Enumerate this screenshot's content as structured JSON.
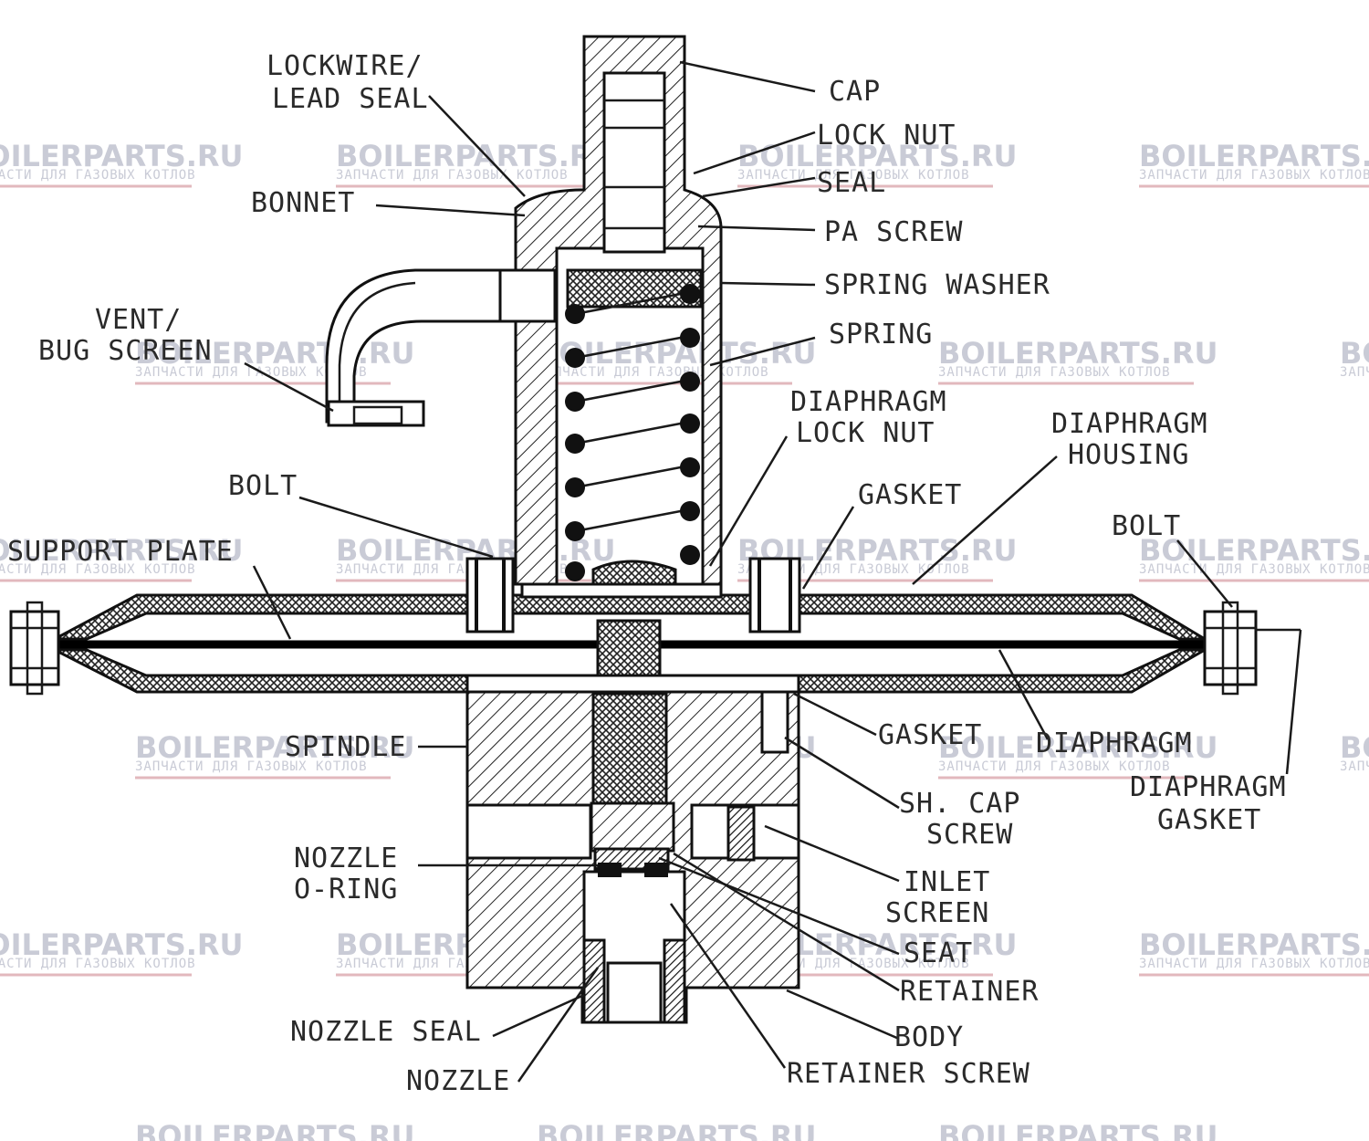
{
  "labels": {
    "lockwire": [
      "LOCKWIRE/",
      "LEAD SEAL"
    ],
    "cap": "CAP",
    "lock_nut": "LOCK NUT",
    "seal_top": "SEAL",
    "bonnet": "BONNET",
    "pa_screw": "PA SCREW",
    "spring_washer": "SPRING WASHER",
    "vent": [
      "VENT/",
      "BUG SCREEN"
    ],
    "spring": "SPRING",
    "diaphragm_lock_nut": [
      "DIAPHRAGM",
      "LOCK NUT"
    ],
    "diaphragm_housing": [
      "DIAPHRAGM",
      "HOUSING"
    ],
    "bolt_left": "BOLT",
    "gasket_top": "GASKET",
    "bolt_right": "BOLT",
    "support_plate": "SUPPORT PLATE",
    "spindle": "SPINDLE",
    "gasket_mid": "GASKET",
    "diaphragm": "DIAPHRAGM",
    "diaphragm_gasket": [
      "DIAPHRAGM",
      "GASKET"
    ],
    "sh_cap_screw": [
      "SH. CAP",
      "SCREW"
    ],
    "nozzle_o_ring": [
      "NOZZLE",
      "O-RING"
    ],
    "inlet_screen": [
      "INLET",
      "SCREEN"
    ],
    "seat": "SEAT",
    "retainer": "RETAINER",
    "nozzle_seal": "NOZZLE SEAL",
    "body": "BODY",
    "nozzle": "NOZZLE",
    "retainer_screw": "RETAINER SCREW"
  },
  "watermark": {
    "brand": "BOILERPARTS.RU",
    "tagline": "ЗАПЧАСТИ ДЛЯ ГАЗОВЫХ КОТЛОВ"
  },
  "colors": {
    "ink": "#111111",
    "watermark_text": "#c9cbd6",
    "watermark_rule": "#e2b8bd"
  }
}
